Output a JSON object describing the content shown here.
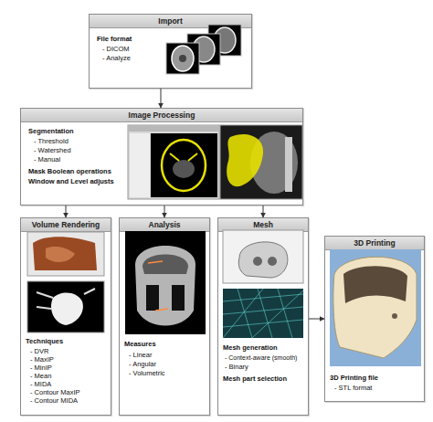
{
  "diagram": {
    "nodes": [
      {
        "text": [
          "Import",
          "File format",
          "- DICOM",
          "- Analyze"
        ]
      },
      {
        "text": [
          "Image Processing",
          "Segmentation",
          "- Threshold",
          "- Watershed",
          "- Manual",
          "Mask Boolean operations",
          "Window and Level adjusts"
        ]
      },
      {
        "text": [
          "Volume Rendering",
          "Techniques",
          "- DVR",
          "- MaxIP",
          "- MinIP",
          "- Mean",
          "- MIDA",
          "- Contour MaxIP",
          "- Contour MIDA"
        ]
      },
      {
        "text": [
          "Analysis",
          "Measures",
          "- Linear",
          "- Angular",
          "- Volumetric"
        ]
      },
      {
        "text": [
          "Mesh",
          "Mesh generation",
          "- Context-aware (smooth)",
          "- Binary",
          "Mesh part selection"
        ]
      },
      {
        "text": [
          "3D Printing",
          "3D Printing file",
          "- STL format"
        ]
      }
    ],
    "edges": [
      {
        "from": 0,
        "to": 1,
        "arrow": "to"
      },
      {
        "from": 1,
        "to": 2,
        "arrow": "to"
      },
      {
        "from": 1,
        "to": 3,
        "arrow": "to"
      },
      {
        "from": 1,
        "to": 4,
        "arrow": "to"
      },
      {
        "from": 4,
        "to": 5,
        "arrow": "to"
      }
    ]
  }
}
